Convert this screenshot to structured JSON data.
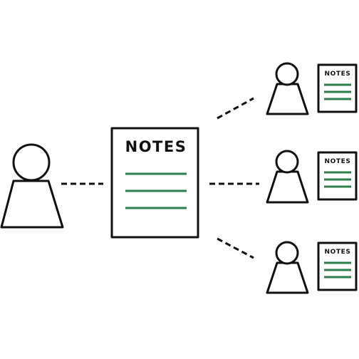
{
  "central_note": {
    "title": "NOTES",
    "line_color": "#2e7d4f"
  },
  "recipient_notes": [
    {
      "title": "NOTES"
    },
    {
      "title": "NOTES"
    },
    {
      "title": "NOTES"
    }
  ],
  "colors": {
    "outline": "#111111",
    "note_lines": "#2e7d4f",
    "background": "#ffffff"
  },
  "icons": {
    "sender": "person-icon",
    "recipients": "person-icon",
    "document": "notes-document-icon"
  }
}
